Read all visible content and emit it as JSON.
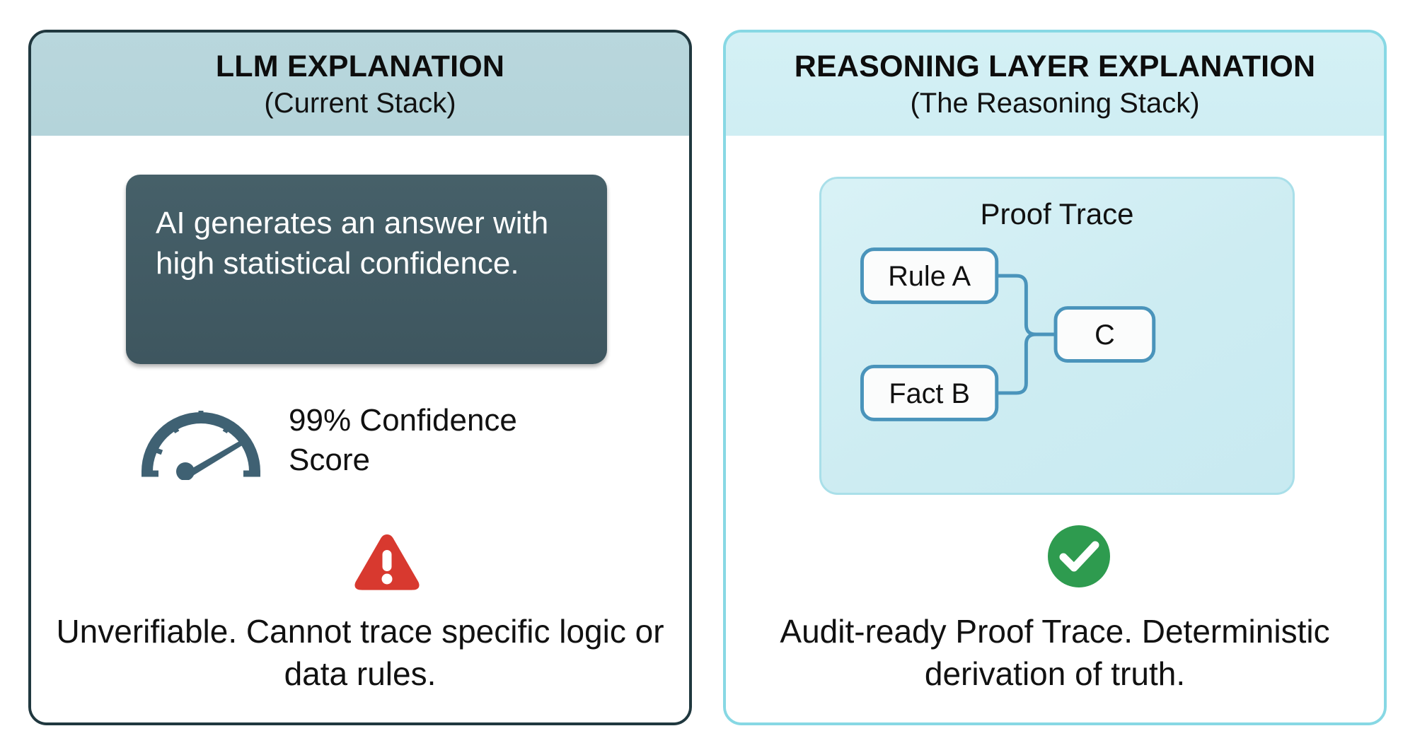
{
  "theme": {
    "left_border": "#20383f",
    "left_header_bg": "#b6d5db",
    "right_border": "#87d8e4",
    "right_header_bg": "#d2eff4",
    "answer_box_bg": "#415c65",
    "gauge_color": "#3f6173",
    "warning_color": "#d8392f",
    "success_color": "#2e9b4f",
    "node_border": "#4a94bb",
    "node_fill": "#fbfcfc",
    "proof_bg": "#d2eef3"
  },
  "left_panel": {
    "title": "LLM EXPLANATION",
    "subtitle": "(Current Stack)",
    "answer_text": "AI generates an answer with high statistical confidence.",
    "confidence_text": "99% Confidence Score",
    "confidence_value": "99%",
    "gauge_icon": "gauge-icon",
    "status_icon": "warning-triangle-icon",
    "footnote": "Unverifiable. Cannot trace specific logic or data rules."
  },
  "right_panel": {
    "title": "REASONING LAYER EXPLANATION",
    "subtitle": "(The Reasoning Stack)",
    "proof_title": "Proof Trace",
    "nodes": [
      {
        "id": "rule-a",
        "label": "Rule A"
      },
      {
        "id": "fact-b",
        "label": "Fact B"
      },
      {
        "id": "conclusion-c",
        "label": "C"
      }
    ],
    "edges": [
      {
        "from": "rule-a",
        "to": "conclusion-c"
      },
      {
        "from": "fact-b",
        "to": "conclusion-c"
      }
    ],
    "status_icon": "check-circle-icon",
    "footnote": "Audit-ready Proof Trace. Deterministic derivation of truth."
  }
}
